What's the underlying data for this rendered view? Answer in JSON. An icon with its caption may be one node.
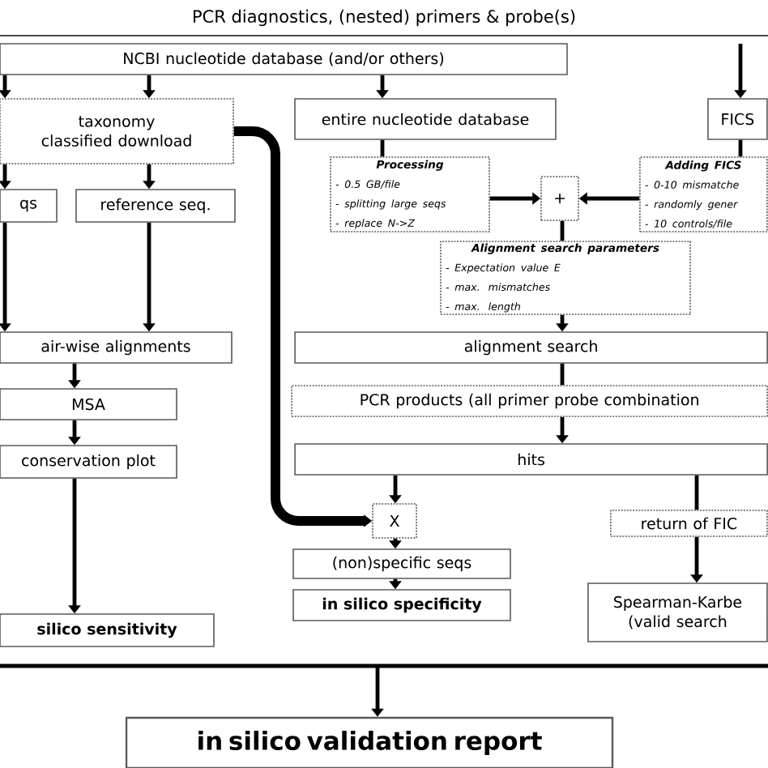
{
  "diagram": {
    "title": "PCR diagnostics, (nested) primers & probe(s)",
    "nodes": [
      {
        "text": [
          "NCBI nucleotide database (and/or others)"
        ]
      },
      {
        "text": [
          "taxonomy classified download"
        ]
      },
      {
        "text": [
          "qs"
        ]
      },
      {
        "text": [
          "reference seq."
        ]
      },
      {
        "text": [
          "air-wise alignments"
        ]
      },
      {
        "text": [
          "MSA"
        ]
      },
      {
        "text": [
          "conservation plot"
        ]
      },
      {
        "text": [
          "silico sensitivity"
        ]
      },
      {
        "text": [
          "entire nucleotide database"
        ]
      },
      {
        "text": [
          "FICS"
        ]
      },
      {
        "text": [
          "Processing",
          "- 0.5 GB/file",
          "- splitting large seqs",
          "- replace N->Z"
        ]
      },
      {
        "text": [
          "+"
        ]
      },
      {
        "text": [
          "Adding FICS",
          "- 0-10 mismatche",
          "- randomly gener",
          "- 10 controls/file"
        ]
      },
      {
        "text": [
          "Alignment search parameters",
          "- Expectation value E",
          "- max. mismatches",
          "- max. length"
        ]
      },
      {
        "text": [
          "alignment search"
        ]
      },
      {
        "text": [
          "PCR products (all primer probe combination"
        ]
      },
      {
        "text": [
          "hits"
        ]
      },
      {
        "text": [
          "X"
        ]
      },
      {
        "text": [
          "(non)specific seqs"
        ]
      },
      {
        "text": [
          "in silico specificity"
        ]
      },
      {
        "text": [
          "return of FIC"
        ]
      },
      {
        "text": [
          "Spearman-Karbe (valid search"
        ]
      },
      {
        "text": [
          "in silico validation report"
        ]
      }
    ],
    "edges": [
      {
        "from": 0,
        "to": 1,
        "arrow": "to"
      },
      {
        "from": 0,
        "to": 1,
        "arrow": "to"
      },
      {
        "from": 1,
        "to": 2,
        "arrow": "to"
      },
      {
        "from": 1,
        "to": 3,
        "arrow": "to"
      },
      {
        "from": 2,
        "to": 4,
        "arrow": "to"
      },
      {
        "from": 3,
        "to": 4,
        "arrow": "to"
      },
      {
        "from": 4,
        "to": 5,
        "arrow": "to"
      },
      {
        "from": 5,
        "to": 6,
        "arrow": "to"
      },
      {
        "from": 6,
        "to": 7,
        "arrow": "to"
      },
      {
        "from": 0,
        "to": 8,
        "arrow": "to"
      },
      {
        "from": 1,
        "to": 17,
        "arrow": "to",
        "style": "thick"
      },
      {
        "from": 8,
        "to": 10,
        "arrow": "none"
      },
      {
        "from": 10,
        "to": 11,
        "arrow": "to"
      },
      {
        "from": 12,
        "to": 11,
        "arrow": "to"
      },
      {
        "from": null,
        "to": 9,
        "arrow": "to"
      },
      {
        "from": 9,
        "to": 12,
        "arrow": "none"
      },
      {
        "from": 11,
        "to": 13,
        "arrow": "none"
      },
      {
        "from": 13,
        "to": 14,
        "arrow": "to"
      },
      {
        "from": 14,
        "to": 15,
        "arrow": "none"
      },
      {
        "from": 15,
        "to": 16,
        "arrow": "to"
      },
      {
        "from": 16,
        "to": 17,
        "arrow": "to"
      },
      {
        "from": 16,
        "to": 20,
        "arrow": "none"
      },
      {
        "from": 20,
        "to": 21,
        "arrow": "to"
      },
      {
        "from": 17,
        "to": 18,
        "arrow": "to"
      },
      {
        "from": 18,
        "to": 19,
        "arrow": "to"
      },
      {
        "from": null,
        "to": 22,
        "arrow": "to"
      }
    ]
  }
}
